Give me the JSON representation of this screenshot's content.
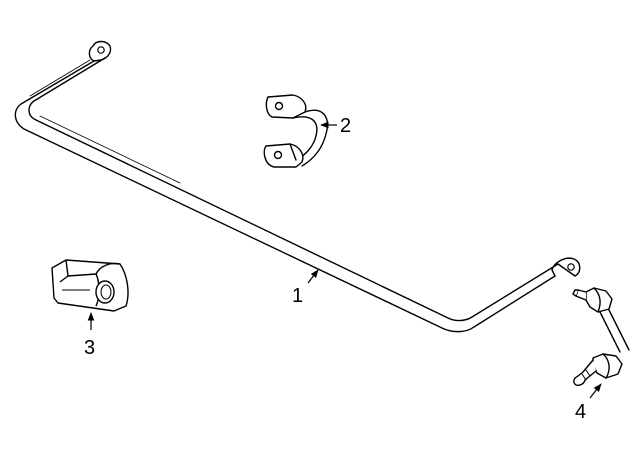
{
  "colors": {
    "line": "#000000",
    "background": "#ffffff"
  },
  "callouts": [
    {
      "number": "1",
      "part": "stabilizer-bar"
    },
    {
      "number": "2",
      "part": "bar-bracket"
    },
    {
      "number": "3",
      "part": "bar-bushing"
    },
    {
      "number": "4",
      "part": "stabilizer-link"
    }
  ]
}
